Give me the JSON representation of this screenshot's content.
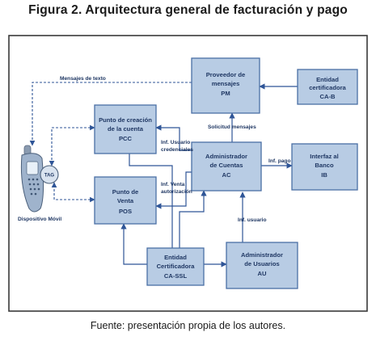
{
  "figure": {
    "title": "Figura 2. Arquitectura general de facturación y pago",
    "source": "Fuente: presentación propia de los autores."
  },
  "nodes": {
    "ca_b": {
      "line1": "Entidad",
      "line2": "certificadora",
      "line3": "CA-B"
    },
    "pm": {
      "line1": "Proveedor de",
      "line2": "mensajes",
      "line3": "PM"
    },
    "pcc": {
      "line1": "Punto de creación",
      "line2": "de la cuenta",
      "line3": "PCC"
    },
    "ac": {
      "line1": "Administrador",
      "line2": "de Cuentas",
      "line3": "AC"
    },
    "ib": {
      "line1": "Interfaz al",
      "line2": "Banco",
      "line3": "IB"
    },
    "pos": {
      "line1": "Punto de",
      "line2": "Venta",
      "line3": "POS"
    },
    "ca_ssl": {
      "line1": "Entidad",
      "line2": "Certificadora",
      "line3": "CA-SSL"
    },
    "au": {
      "line1": "Administrador",
      "line2": "de Usuarios",
      "line3": "AU"
    },
    "device": {
      "label": "Dispositivo Móvil",
      "tag": "TAG"
    }
  },
  "edges": {
    "mensajes_texto": "Mensajes de texto",
    "solicitud_mensajes": "Solicitud mensajes",
    "inf_usuario_credenciales_1": "Inf. Usuario",
    "inf_usuario_credenciales_2": "credenciales",
    "inf_venta_autorizacion_1": "Inf. Venta",
    "inf_venta_autorizacion_2": "autorización",
    "inf_pago": "Inf. pago",
    "inf_usuario": "Inf. usuario"
  },
  "colors": {
    "box_fill": "#b8cce4",
    "box_stroke": "#4a6fa5",
    "arrow": "#2f5597",
    "text": "#1f3763"
  }
}
